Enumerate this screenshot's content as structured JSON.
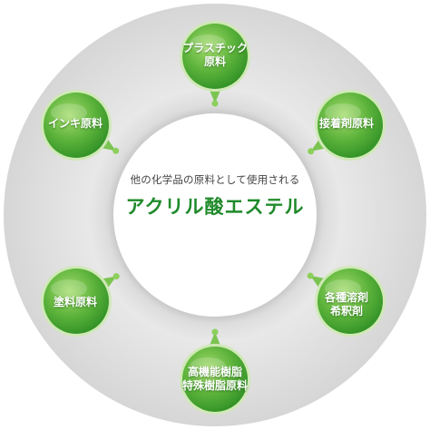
{
  "center": {
    "subtitle": "他の化学品の原料として使用される",
    "title": "アクリル酸エステル"
  },
  "nodes": [
    {
      "id": "plastic",
      "label": "プラスチック\n原料"
    },
    {
      "id": "adhesive",
      "label": "接着剤原料"
    },
    {
      "id": "solvent",
      "label": "各種溶剤\n希釈剤"
    },
    {
      "id": "resin",
      "label": "高機能樹脂\n特殊樹脂原料"
    },
    {
      "id": "paint",
      "label": "塗料原料"
    },
    {
      "id": "ink",
      "label": "インキ原料"
    }
  ],
  "colors": {
    "ring": "#e3e3e3",
    "node_light": "#8fd05a",
    "node_dark": "#2f8f25",
    "title": "#1f8a2a"
  }
}
